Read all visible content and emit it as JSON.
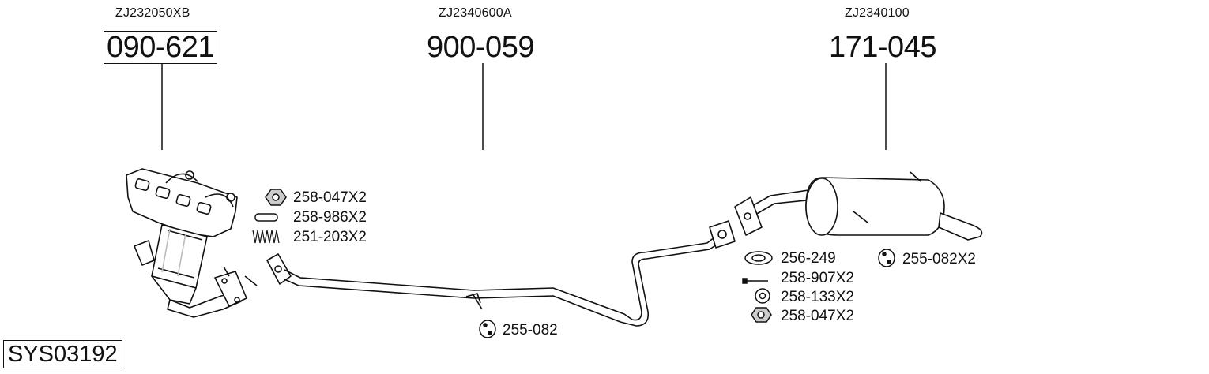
{
  "system_code": "SYS03192",
  "parts": [
    {
      "oe_ref": "ZJ232050XB",
      "part_number": "090-621",
      "boxed": true
    },
    {
      "oe_ref": "ZJ2340600A",
      "part_number": "900-059",
      "boxed": false
    },
    {
      "oe_ref": "ZJ2340100",
      "part_number": "171-045",
      "boxed": false
    }
  ],
  "hardware": {
    "group_front": [
      {
        "code": "258-047X2",
        "icon": "hex-nut-icon"
      },
      {
        "code": "258-986X2",
        "icon": "stud-icon"
      },
      {
        "code": "251-203X2",
        "icon": "spring-icon"
      }
    ],
    "group_middle": [
      {
        "code": "255-082",
        "icon": "rubber-hanger-icon"
      }
    ],
    "group_rear": [
      {
        "code": "256-249",
        "icon": "gasket-ring-icon"
      },
      {
        "code": "258-907X2",
        "icon": "bolt-icon"
      },
      {
        "code": "258-133X2",
        "icon": "washer-icon"
      },
      {
        "code": "258-047X2",
        "icon": "hex-nut-icon"
      }
    ],
    "group_rear_right": [
      {
        "code": "255-082X2",
        "icon": "rubber-hanger-icon"
      }
    ]
  },
  "colors": {
    "line": "#111111",
    "fill": "#ffffff",
    "shade": "#d9d9d9"
  }
}
